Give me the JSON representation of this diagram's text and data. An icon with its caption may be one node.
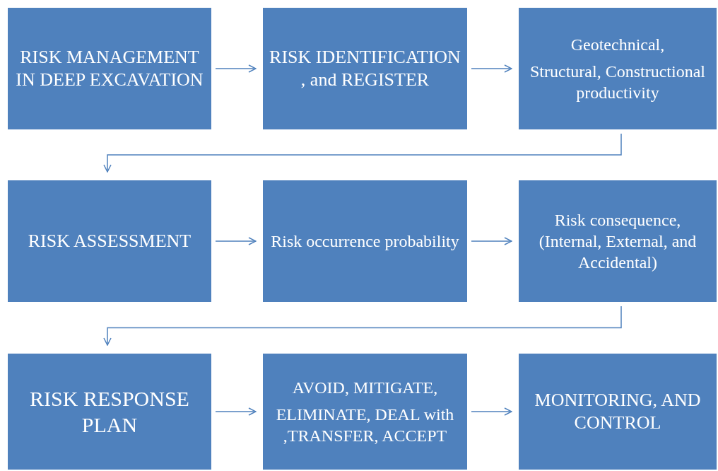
{
  "diagram": {
    "nodes": [
      {
        "text": [
          "RISK MANAGEMENT IN DEEP EXCAVATION"
        ]
      },
      {
        "text": [
          "RISK IDENTIFICATION , and REGISTER"
        ]
      },
      {
        "text": [
          "Geotechnical,",
          "Structural, Constructional productivity"
        ]
      },
      {
        "text": [
          "RISK ASSESSMENT"
        ]
      },
      {
        "text": [
          "Risk occurrence probability"
        ]
      },
      {
        "text": [
          "Risk consequence, (Internal, External, and  Accidental)"
        ]
      },
      {
        "text": [
          "RISK RESPONSE PLAN"
        ]
      },
      {
        "text": [
          "AVOID, MITIGATE,",
          "ELIMINATE, DEAL with ,TRANSFER, ACCEPT"
        ]
      },
      {
        "text": [
          "MONITORING, AND CONTROL"
        ]
      }
    ],
    "edges": [
      {
        "from": 0,
        "to": 1,
        "arrow": "to"
      },
      {
        "from": 1,
        "to": 2,
        "arrow": "to"
      },
      {
        "from": 2,
        "to": 3,
        "arrow": "to"
      },
      {
        "from": 3,
        "to": 4,
        "arrow": "to"
      },
      {
        "from": 4,
        "to": 5,
        "arrow": "to"
      },
      {
        "from": 5,
        "to": 6,
        "arrow": "to"
      },
      {
        "from": 6,
        "to": 7,
        "arrow": "to"
      },
      {
        "from": 7,
        "to": 8,
        "arrow": "to"
      }
    ]
  }
}
